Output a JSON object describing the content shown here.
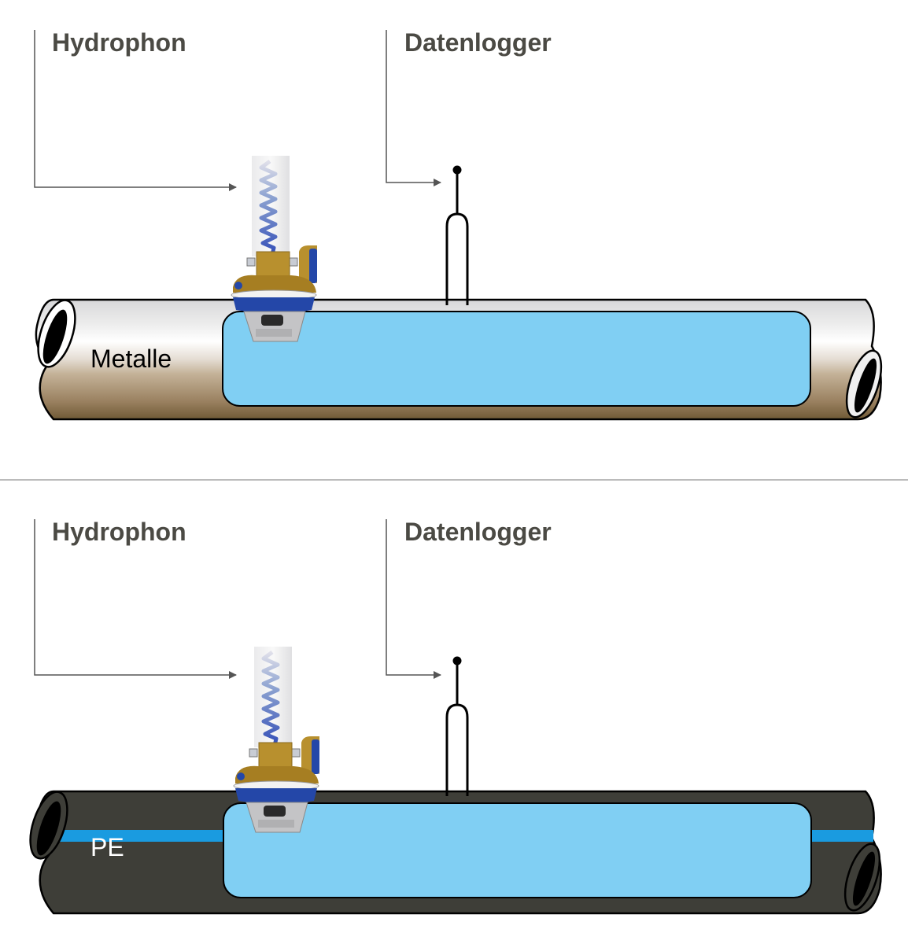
{
  "panels": [
    {
      "hydrophone_label": "Hydrophon",
      "logger_label": "Datenlogger",
      "pipe_label": "Metalle",
      "pipe_material": "metal"
    },
    {
      "hydrophone_label": "Hydrophon",
      "logger_label": "Datenlogger",
      "pipe_label": "PE",
      "pipe_material": "polyethylene"
    }
  ],
  "colors": {
    "label_text": "#4b4a44",
    "water": "#80cff3",
    "pe_pipe": "#3e3e38",
    "pe_stripe": "#1a9be0",
    "brass": "#b8902e",
    "hydrophone_ring": "#2447a8"
  }
}
